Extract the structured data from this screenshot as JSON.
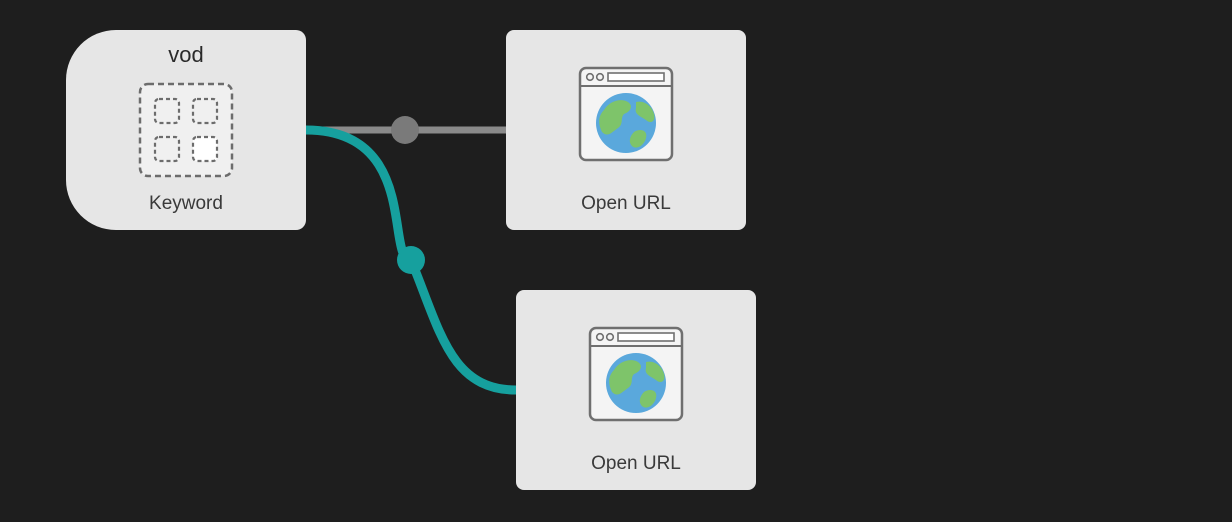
{
  "workflow": {
    "keyword_node": {
      "title": "vod",
      "label": "Keyword",
      "icon": "keyword-grid-icon"
    },
    "action_nodes": [
      {
        "label": "Open URL",
        "icon": "open-url-globe-icon"
      },
      {
        "label": "Open URL",
        "icon": "open-url-globe-icon"
      }
    ],
    "connections": [
      {
        "from": "Keyword",
        "to": "Open URL",
        "color": "#8a8a8a"
      },
      {
        "from": "Keyword",
        "to": "Open URL",
        "color": "#16a09e"
      }
    ]
  },
  "colors": {
    "background": "#1e1e1e",
    "node": "#e6e6e6",
    "connection_gray": "#8a8a8a",
    "connection_teal": "#16a09e",
    "globe_water": "#5aa8dc",
    "globe_land": "#7ec46a"
  }
}
